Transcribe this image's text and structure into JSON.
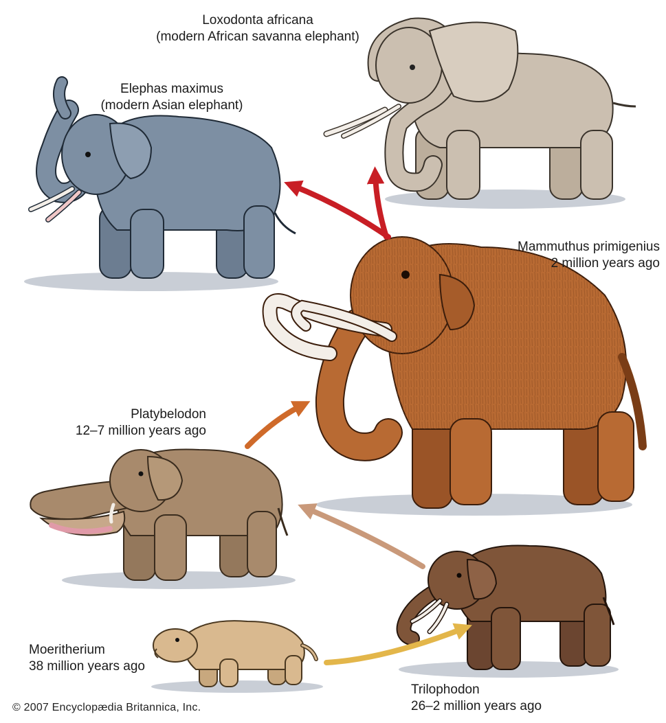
{
  "credit": "© 2007 Encyclopædia Britannica, Inc.",
  "colors": {
    "background": "#ffffff",
    "shadow": "#c9ced6",
    "asian_elephant": "#7d8fa3",
    "african_elephant": "#cbbfb0",
    "mammoth": "#b86a33",
    "platybelodon": "#a88a6c",
    "trilophodon": "#7f5539",
    "moeritherium": "#d9b98f",
    "tusk": "#f3eee8",
    "arrow_red": "#c81e25",
    "arrow_orange": "#cf6a2a",
    "arrow_tan": "#c9997a",
    "arrow_yellow": "#e3b64a"
  },
  "species": [
    {
      "id": "loxodonta",
      "name": "Loxodonta africana",
      "detail": "(modern African savanna elephant)"
    },
    {
      "id": "elephas",
      "name": "Elephas maximus",
      "detail": "(modern Asian elephant)"
    },
    {
      "id": "mammuthus",
      "name": "Mammuthus primigenius",
      "detail": "2 million years ago"
    },
    {
      "id": "platybelodon",
      "name": "Platybelodon",
      "detail": "12–7 million years ago"
    },
    {
      "id": "moeritherium",
      "name": "Moeritherium",
      "detail": "38 million years ago"
    },
    {
      "id": "trilophodon",
      "name": "Trilophodon",
      "detail": "26–2 million years ago"
    }
  ],
  "evolution_links": [
    {
      "from": "moeritherium",
      "to": "trilophodon",
      "color": "#e3b64a"
    },
    {
      "from": "trilophodon",
      "to": "platybelodon",
      "color": "#c9997a"
    },
    {
      "from": "platybelodon",
      "to": "mammuthus",
      "color": "#cf6a2a"
    },
    {
      "from": "mammuthus",
      "to": "elephas",
      "color": "#c81e25"
    },
    {
      "from": "mammuthus",
      "to": "loxodonta",
      "color": "#c81e25"
    }
  ]
}
